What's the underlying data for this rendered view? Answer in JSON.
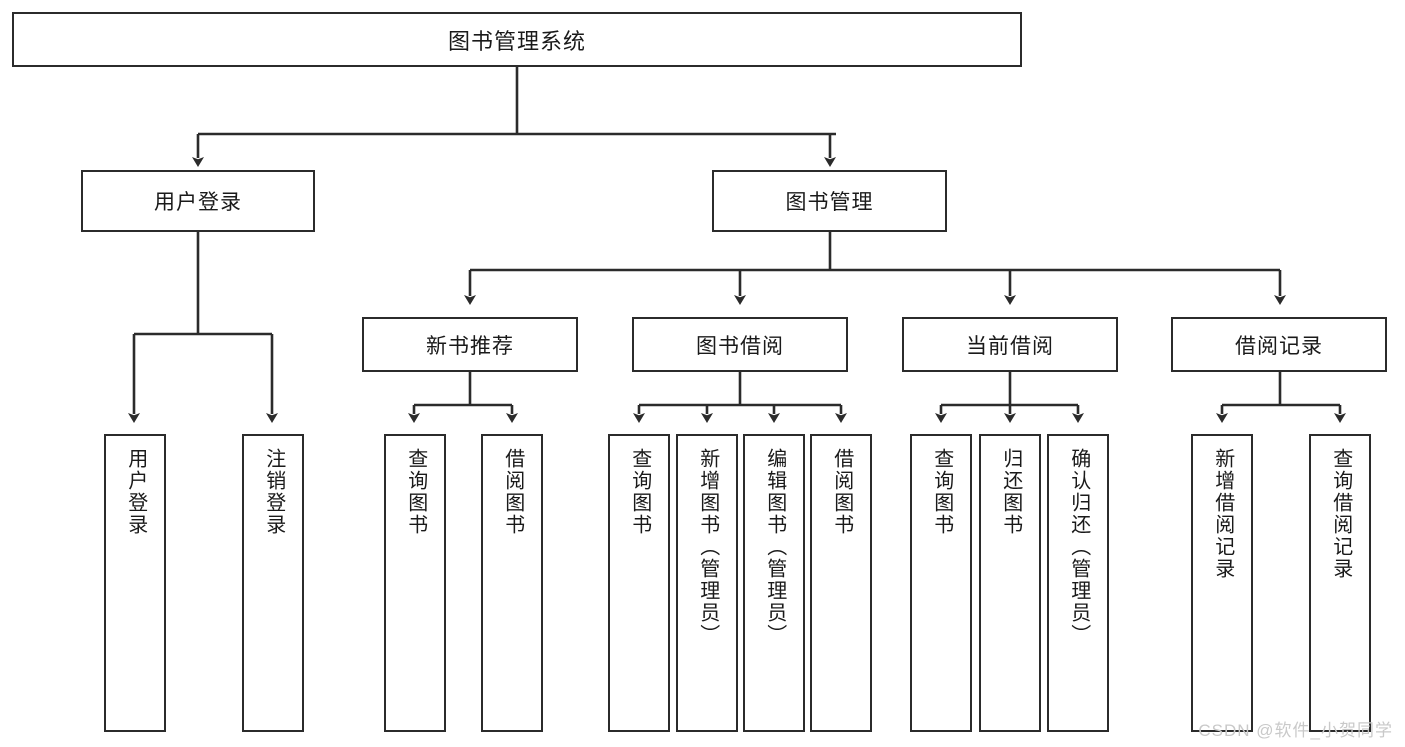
{
  "diagram": {
    "title": "图书管理系统",
    "type": "tree",
    "root": {
      "label": "图书管理系统"
    },
    "level2": [
      {
        "label": "用户登录"
      },
      {
        "label": "图书管理"
      }
    ],
    "level3": [
      {
        "label": "新书推荐"
      },
      {
        "label": "图书借阅"
      },
      {
        "label": "当前借阅"
      },
      {
        "label": "借阅记录"
      }
    ],
    "leaves": {
      "user_login": [
        {
          "label": "用户登录"
        },
        {
          "label": "注销登录"
        }
      ],
      "new_book": [
        {
          "label": "查询图书"
        },
        {
          "label": "借阅图书"
        }
      ],
      "book_borrow": [
        {
          "label": "查询图书"
        },
        {
          "label": "新增图书（管理员）"
        },
        {
          "label": "编辑图书（管理员）"
        },
        {
          "label": "借阅图书"
        }
      ],
      "current_borrow": [
        {
          "label": "查询图书"
        },
        {
          "label": "归还图书"
        },
        {
          "label": "确认归还（管理员）"
        }
      ],
      "borrow_record": [
        {
          "label": "新增借阅记录"
        },
        {
          "label": "查询借阅记录"
        }
      ]
    }
  },
  "watermark": {
    "text": "CSDN @软件_小贺同学"
  },
  "colors": {
    "stroke": "#2b2b2b",
    "box_fill": "#ffffff",
    "text": "#1a1a1a",
    "watermark": "#c9c9c9"
  }
}
